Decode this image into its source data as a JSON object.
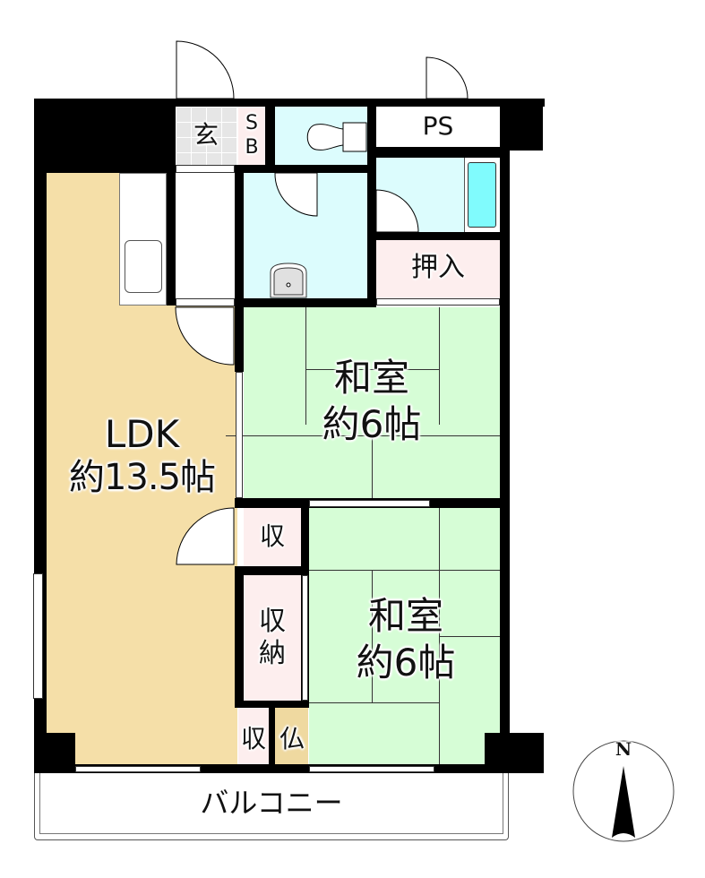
{
  "floorplan": {
    "colors": {
      "ldk": "#f5dfa8",
      "washitsu": "#d6fdd6",
      "wet_area": "#dcfcfd",
      "storage": "#fdeeee",
      "entrance": "#e6e6e6",
      "bathtub": "#80fbfd",
      "butsudan": "#efd9a0",
      "wall": "#000000"
    },
    "rooms": {
      "genkan": {
        "label": "玄"
      },
      "shoe_box": {
        "label_line1": "S",
        "label_line2": "B"
      },
      "ps": {
        "label": "PS"
      },
      "oshiire": {
        "label": "押入"
      },
      "ldk": {
        "name": "LDK",
        "size": "約13.5帖"
      },
      "washitsu_north": {
        "name": "和室",
        "size": "約6帖"
      },
      "washitsu_south": {
        "name": "和室",
        "size": "約6帖"
      },
      "closet_small": {
        "label": "収"
      },
      "closet_storage": {
        "label_line1": "収",
        "label_line2": "納"
      },
      "closet_bottom": {
        "label": "収"
      },
      "butsudan": {
        "label": "仏"
      },
      "balcony": {
        "label": "バルコニー"
      }
    },
    "compass": {
      "north_label": "N"
    }
  }
}
